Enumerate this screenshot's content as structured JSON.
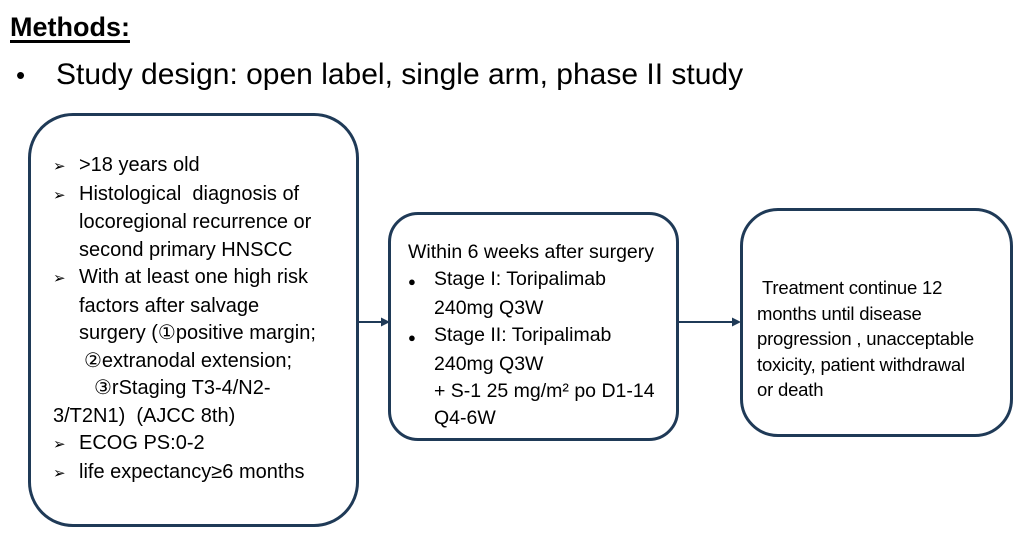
{
  "colors": {
    "accent": "#1f3a57",
    "text": "#000000",
    "background": "#ffffff"
  },
  "header": {
    "title": "Methods:",
    "bullet_marker": "•",
    "subtitle": "Study design: open label, single arm, phase II study"
  },
  "eligibility_box": {
    "lines": [
      {
        "marker": "➢",
        "text": ">18 years old"
      },
      {
        "marker": "➢",
        "text": "Histological  diagnosis of"
      },
      {
        "marker": "",
        "text": "locoregional recurrence or"
      },
      {
        "marker": "",
        "text": "second primary HNSCC"
      },
      {
        "marker": "➢",
        "text": "With at least one high risk"
      },
      {
        "marker": "",
        "text": "factors after salvage"
      },
      {
        "marker": "",
        "text": "surgery (①positive margin;"
      },
      {
        "marker": "",
        "text": "②extranodal extension;"
      },
      {
        "marker": "",
        "text": "③rStaging T3-4/N2-"
      },
      {
        "marker": "",
        "text": "3/T2N1)  (AJCC 8th)"
      },
      {
        "marker": "➢",
        "text": "ECOG PS:0-2"
      },
      {
        "marker": "➢",
        "text": "life expectancy≥6 months"
      }
    ]
  },
  "treatment_box": {
    "header": "Within 6 weeks after surgery",
    "lines": [
      {
        "marker": "●",
        "text": "Stage I: Toripalimab"
      },
      {
        "marker": "",
        "text": "240mg Q3W"
      },
      {
        "marker": "●",
        "text": "Stage II: Toripalimab"
      },
      {
        "marker": "",
        "text": "240mg Q3W"
      },
      {
        "marker": "",
        "text": "+ S-1 25 mg/m² po D1-14"
      },
      {
        "marker": "",
        "text": "Q4-6W"
      }
    ]
  },
  "continuation_box": {
    "lines": [
      "Treatment continue 12",
      "months until disease",
      "progression , unacceptable",
      "toxicity, patient withdrawal",
      "or death"
    ]
  }
}
